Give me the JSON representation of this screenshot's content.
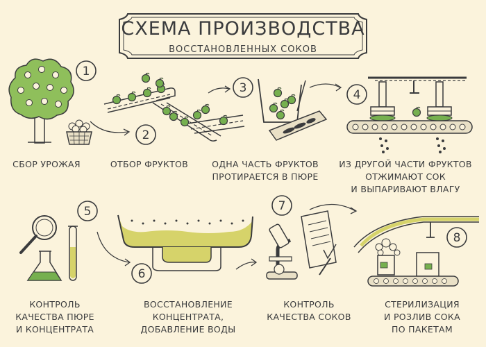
{
  "title": {
    "main": "СХЕМА ПРОИЗВОДСТВА",
    "sub": "ВОССТАНОВЛЕННЫХ СОКОВ"
  },
  "steps": [
    {
      "number": "1",
      "lines": [
        "СБОР УРОЖАЯ"
      ]
    },
    {
      "number": "2",
      "lines": [
        "ОТБОР ФРУКТОВ"
      ]
    },
    {
      "number": "3",
      "lines": [
        "ОДНА ЧАСТЬ ФРУКТОВ",
        "ПРОТИРАЕТСЯ В ПЮРЕ"
      ]
    },
    {
      "number": "4",
      "lines": [
        "ИЗ ДРУГОЙ ЧАСТИ ФРУКТОВ",
        "ОТЖИМАЮТ СОК",
        "И ВЫПАРИВАЮТ ВЛАГУ"
      ]
    },
    {
      "number": "5",
      "lines": [
        "КОНТРОЛЬ",
        "КАЧЕСТВА ПЮРЕ",
        "И КОНЦЕНТРАТА"
      ]
    },
    {
      "number": "6",
      "lines": [
        "ВОССТАНОВЛЕНИЕ",
        "КОНЦЕНТРАТА,",
        "ДОБАВЛЕНИЕ ВОДЫ"
      ]
    },
    {
      "number": "7",
      "lines": [
        "КОНТРОЛЬ",
        "КАЧЕСТВА СОКОВ"
      ]
    },
    {
      "number": "8",
      "lines": [
        "СТЕРИЛИЗАЦИЯ",
        "И РОЗЛИВ СОКА",
        "ПО ПАКЕТАМ"
      ]
    }
  ],
  "colors": {
    "background": "#fbf3dc",
    "ink": "#3a3b3d",
    "leaf_green": "#8fbf5b",
    "apple_green": "#76b04f",
    "liquid_yellow": "#d6d36a"
  }
}
